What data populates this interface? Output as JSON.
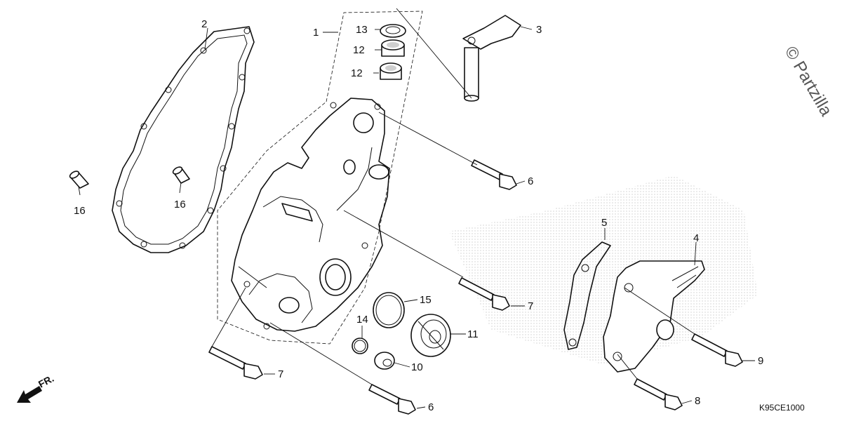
{
  "diagram": {
    "labels": {
      "p1": "1",
      "p2": "2",
      "p3": "3",
      "p4": "4",
      "p5": "5",
      "p6a": "6",
      "p6b": "6",
      "p7a": "7",
      "p7b": "7",
      "p8": "8",
      "p9": "9",
      "p10": "10",
      "p11": "11",
      "p12a": "12",
      "p12b": "12",
      "p13": "13",
      "p14": "14",
      "p15": "15",
      "p16a": "16",
      "p16b": "16"
    },
    "diagram_code": "K95CE1000",
    "watermark": "© Partzilla",
    "direction_label": "FR."
  },
  "colors": {
    "line": "#111111",
    "shade": "#cfcfcf",
    "background": "#ffffff"
  }
}
